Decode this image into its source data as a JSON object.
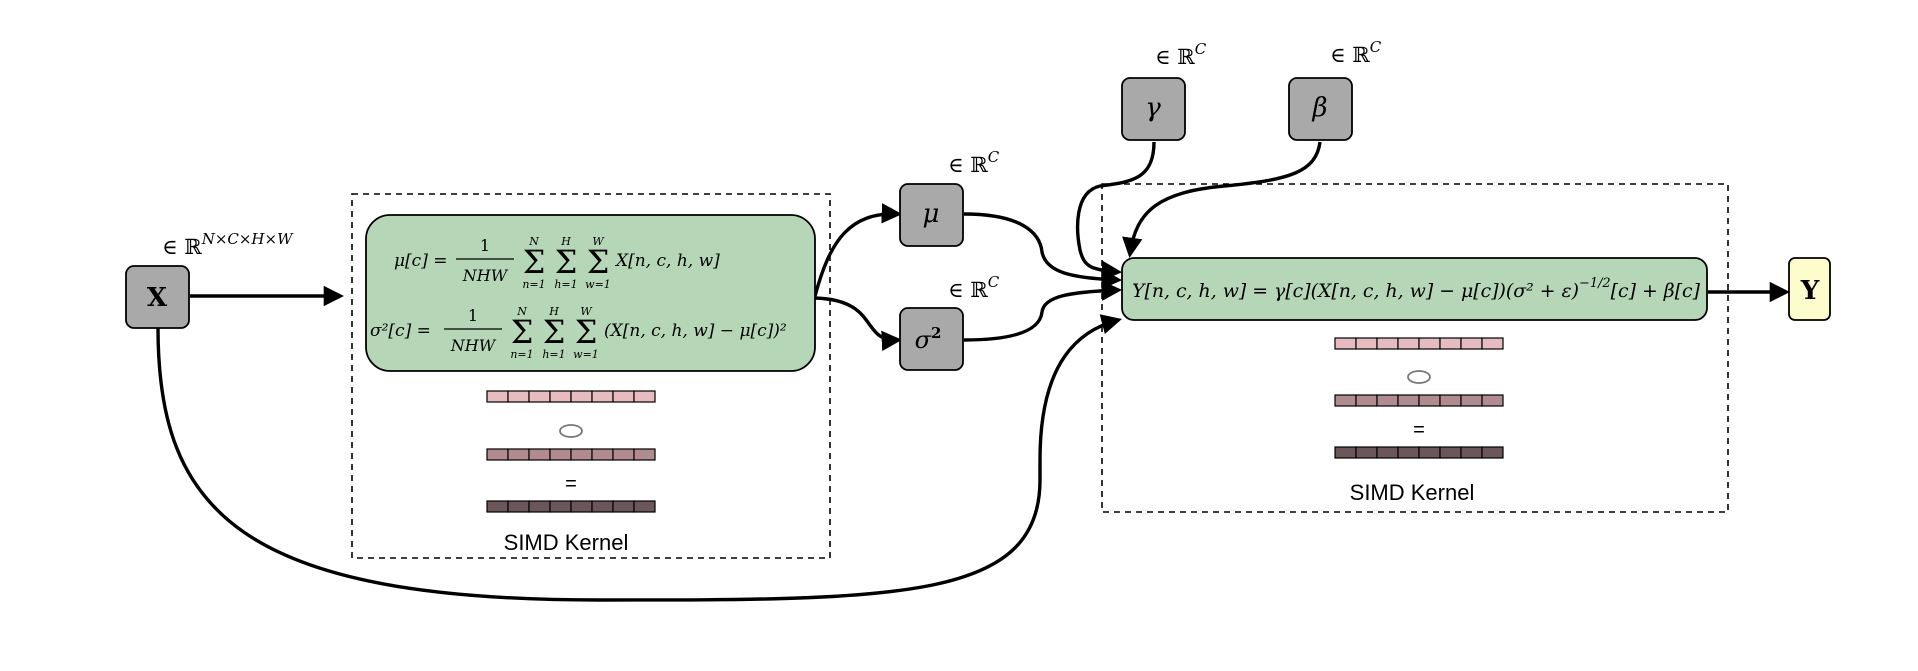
{
  "nodes": {
    "x": {
      "label": "X",
      "annotation": "∈ ℝ^{N×C×H×W}",
      "ann_base": "∈ ℝ",
      "ann_sup": "N×C×H×W",
      "fill": "#a9a9a9"
    },
    "mu": {
      "label": "μ",
      "ann_base": "∈ ℝ",
      "ann_sup": "C",
      "fill": "#a9a9a9"
    },
    "sigma2": {
      "label": "σ",
      "label_sup": "2",
      "ann_base": "∈ ℝ",
      "ann_sup": "C",
      "fill": "#a9a9a9"
    },
    "gamma": {
      "label": "γ",
      "ann_base": "∈ ℝ",
      "ann_sup": "C",
      "fill": "#a9a9a9"
    },
    "beta": {
      "label": "β",
      "ann_base": "∈ ℝ",
      "ann_sup": "C",
      "fill": "#a9a9a9"
    },
    "y": {
      "label": "Y",
      "fill": "#fdfccd"
    }
  },
  "stats_kernel": {
    "fill": "#b6d7b7",
    "mean_lhs": "μ[c] =",
    "mean_frac_num": "1",
    "mean_frac_den": "NHW",
    "var_lhs": "σ²[c] =",
    "var_frac_num": "1",
    "var_frac_den": "NHW",
    "sum_n_top": "N",
    "sum_n_bottom": "n=1",
    "sum_h_top": "H",
    "sum_h_bottom": "h=1",
    "sum_w_top": "W",
    "sum_w_bottom": "w=1",
    "mean_term": "X[n, c, h, w]",
    "var_term": "(X[n, c, h, w] − μ[c])²",
    "op_symbol": "○",
    "eq_symbol": "=",
    "caption": "SIMD Kernel"
  },
  "norm_kernel": {
    "fill": "#b6d7b7",
    "formula": "Y[n, c, h, w] = γ[c](X[n, c, h, w] − μ[c])(σ² + ε)^{−1/2}[c] + β[c]",
    "formula_a": "Y[n, c, h, w] = γ[c](X[n, c, h, w] − μ[c])(σ² + ε)",
    "formula_sup": "−1/2",
    "formula_b": "[c] + β[c]",
    "op_symbol": "○",
    "eq_symbol": "=",
    "caption": "SIMD Kernel"
  },
  "simd_colors": {
    "row1": "#e7bcc1",
    "row2": "#b08b8f",
    "row3": "#6b5659"
  }
}
